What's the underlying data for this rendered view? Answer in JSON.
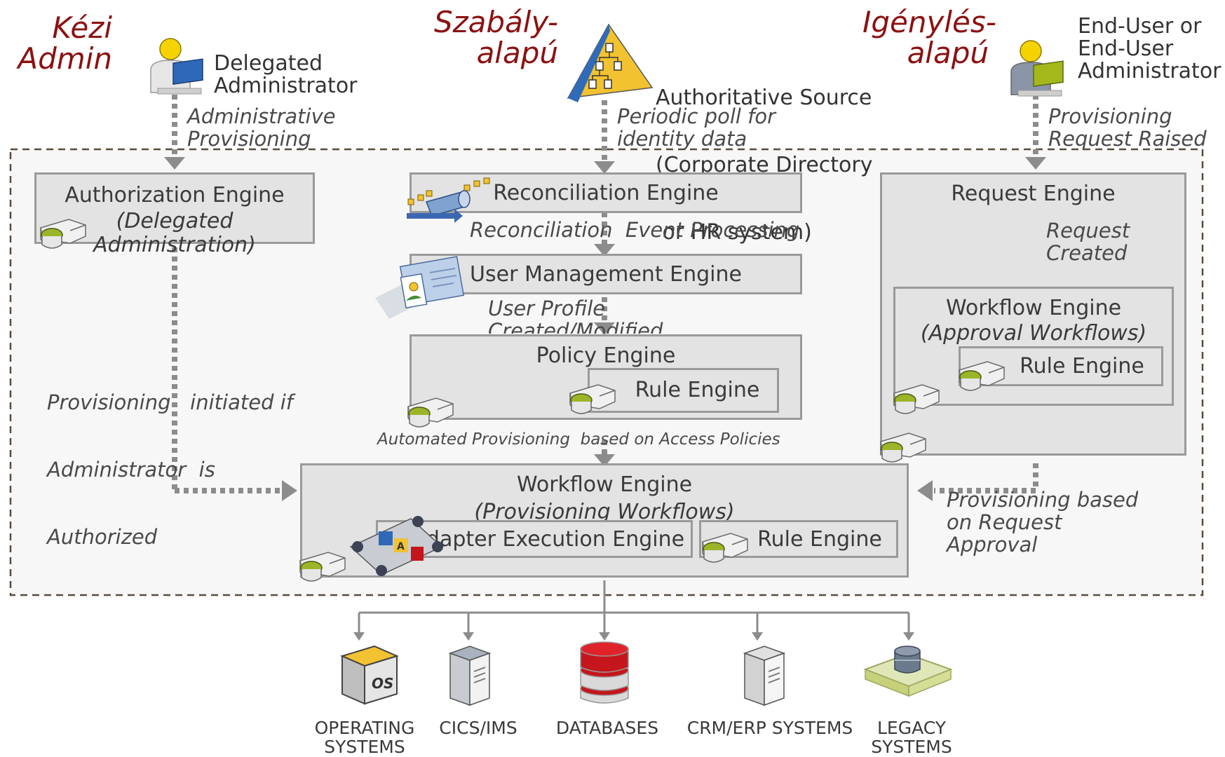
{
  "titles": {
    "manual": [
      "Kézi",
      "Admin"
    ],
    "rule_based": [
      "Szabály-",
      "alapú"
    ],
    "request_based": [
      "Igénylés-",
      "alapú"
    ]
  },
  "actors": {
    "delegated_admin": [
      "Delegated",
      "Administrator"
    ],
    "authoritative_source": [
      "Authoritative Source",
      "(Corporate Directory",
      " or HR system)"
    ],
    "end_user": [
      "End-User or",
      "End-User",
      "Administrator"
    ]
  },
  "flows": {
    "admin_provisioning": [
      "Administrative",
      "Provisioning"
    ],
    "periodic_poll": [
      "Periodic poll for",
      "identity data"
    ],
    "request_raised": [
      "Provisioning",
      "Request Raised"
    ],
    "reconciliation_event": "Reconciliation  Event Processing",
    "request_created": [
      "Request",
      "Created"
    ],
    "user_profile": [
      "User Profile",
      "Created/Modified"
    ],
    "initiated_if_authorized": [
      "Provisioning   initiated if",
      "Administrator  is",
      "Authorized"
    ],
    "automated_provisioning": "Automated Provisioning  based on Access Policies",
    "based_on_approval": [
      "Provisioning based",
      "on Request",
      "Approval"
    ]
  },
  "engines": {
    "authorization": {
      "title": "Authorization Engine",
      "subtitle": "(Delegated Administration)"
    },
    "reconciliation": {
      "title": "Reconciliation Engine"
    },
    "user_management": {
      "title": "User Management Engine"
    },
    "policy": {
      "title": "Policy Engine",
      "rule": "Rule Engine"
    },
    "request": {
      "title": "Request Engine"
    },
    "approval_workflow": {
      "title": "Workflow Engine",
      "subtitle": "(Approval Workflows)",
      "rule": "Rule Engine"
    },
    "provisioning_workflow": {
      "title": "Workflow Engine",
      "subtitle": "(Provisioning Workflows)",
      "adapter": "Adapter Execution Engine",
      "rule": "Rule Engine"
    }
  },
  "systems": {
    "os": [
      "OPERATING",
      "SYSTEMS"
    ],
    "cics": [
      "CICS/IMS"
    ],
    "databases": [
      "DATABASES"
    ],
    "crm": [
      "CRM/ERP SYSTEMS"
    ],
    "legacy": [
      "LEGACY",
      "SYSTEMS"
    ],
    "os_badge": "OS"
  },
  "icons": [
    "user-laptop-icon",
    "directory-pyramid-icon",
    "user-laptop-green-icon",
    "gear-component-icon",
    "reconciliation-connector-icon",
    "id-card-icon",
    "adapter-conveyor-icon",
    "os-cube-icon",
    "server-tower-icon",
    "database-icon",
    "legacy-mainframe-icon"
  ],
  "colors": {
    "title_red": "#8b1111",
    "box_fill": "#e3e3e3",
    "box_border": "#9a9a9a",
    "arrow_gray": "#8c8c8c",
    "db_red": "#c4161c",
    "yellow": "#f2c230",
    "green": "#a4b81c"
  }
}
